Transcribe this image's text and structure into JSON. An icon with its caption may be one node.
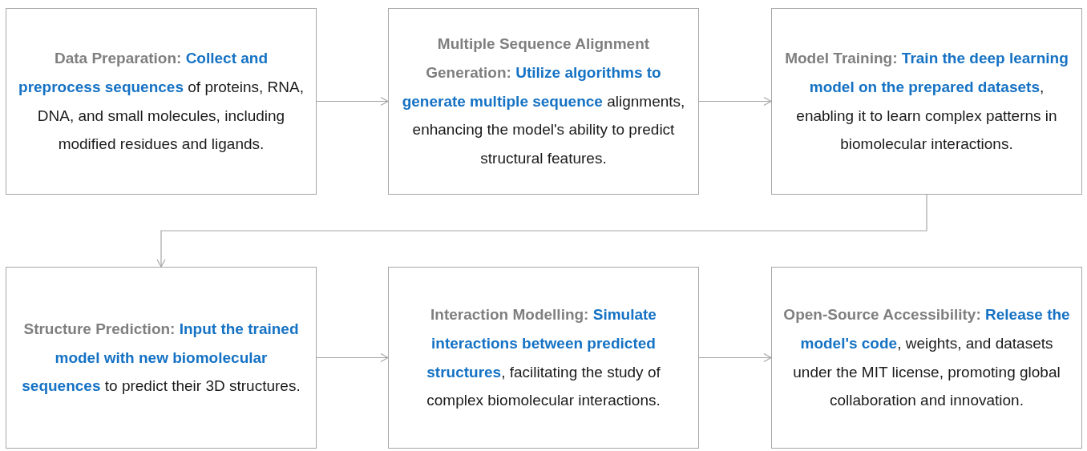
{
  "diagram": {
    "nodes": [
      {
        "text": [
          "Data Preparation:",
          "**Collect and preprocess sequences** of proteins, RNA, DNA, and small molecules, including modified residues and ligands."
        ]
      },
      {
        "text": [
          "Multiple Sequence Alignment Generation:",
          "**Utilize algorithms to generate multiple sequence** alignments, enhancing the model's ability to predict structural features."
        ]
      },
      {
        "text": [
          "Model Training:",
          "**Train the deep learning model on the prepared datasets**, enabling it to learn complex patterns in biomolecular interactions."
        ]
      },
      {
        "text": [
          "Structure Prediction:",
          "**Input the trained model with new biomolecular sequences** to predict their 3D structures."
        ]
      },
      {
        "text": [
          "Interaction Modelling:",
          "**Simulate interactions between predicted structures**, facilitating the study of complex biomolecular interactions."
        ]
      },
      {
        "text": [
          "Open-Source Accessibility:",
          "**Release the model's code**, weights, and datasets under the MIT license, promoting global collaboration and innovation."
        ]
      }
    ],
    "edges": [
      {
        "from": 0,
        "to": 1,
        "arrow": "to"
      },
      {
        "from": 1,
        "to": 2,
        "arrow": "to"
      },
      {
        "from": 2,
        "to": 3,
        "arrow": "to"
      },
      {
        "from": 3,
        "to": 4,
        "arrow": "to"
      },
      {
        "from": 4,
        "to": 5,
        "arrow": "to"
      }
    ]
  }
}
